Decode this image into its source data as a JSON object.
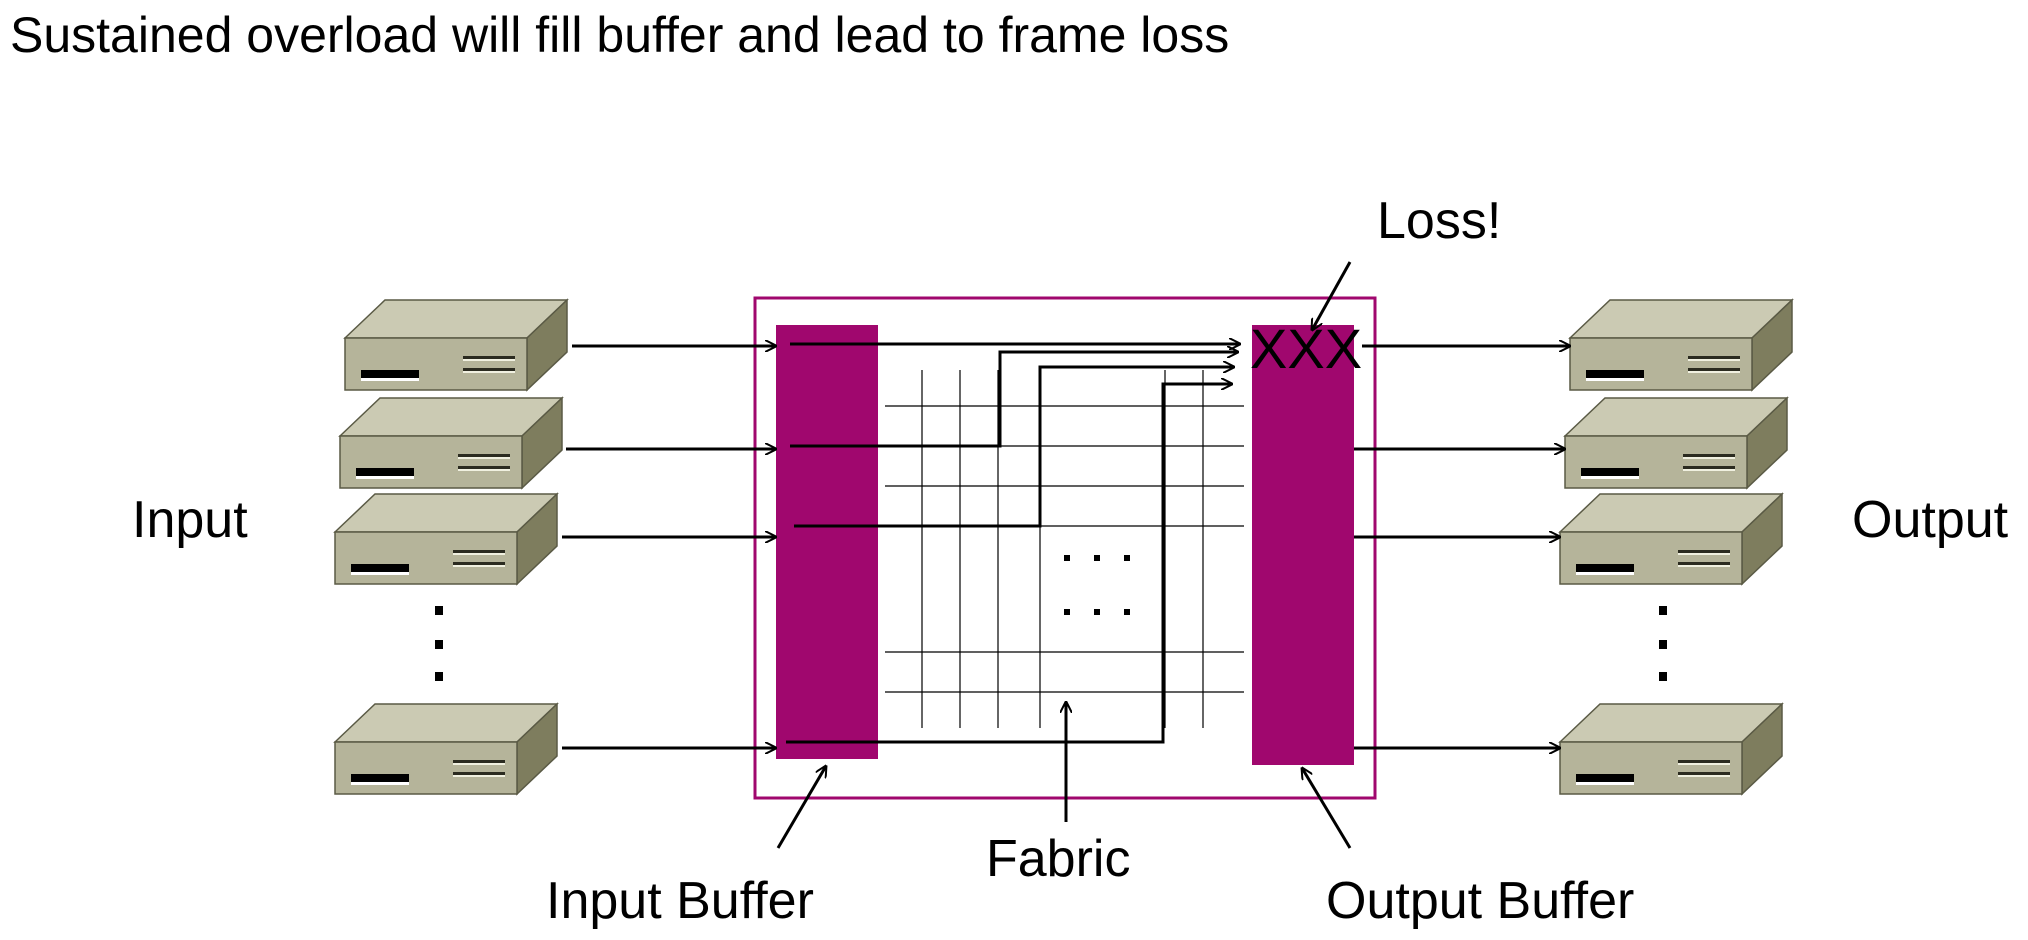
{
  "title": "Sustained overload will fill buffer and lead to frame loss",
  "labels": {
    "input": "Input",
    "output": "Output",
    "loss": "Loss!",
    "fabric": "Fabric",
    "input_buffer": "Input Buffer",
    "output_buffer": "Output Buffer",
    "drops": "XXX"
  },
  "colors": {
    "buffer": "#A0076E",
    "switch_border": "#A0076E",
    "device_top": "#CBCAB3",
    "device_front": "#B5B49A",
    "device_side": "#7E7D5E"
  }
}
